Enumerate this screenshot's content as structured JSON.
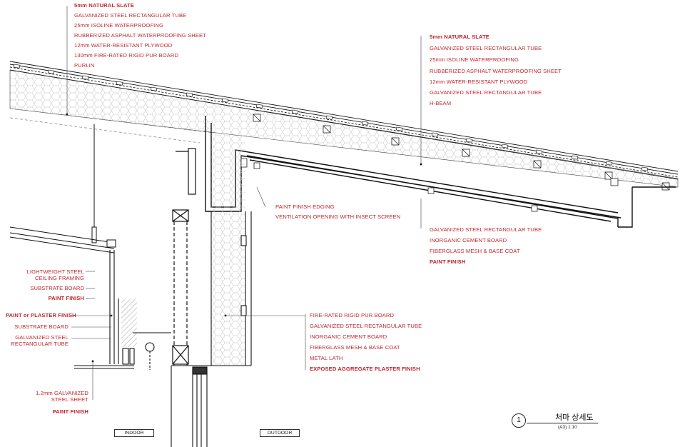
{
  "labels": {
    "roof_left": [
      "5mm NATURAL SLATE",
      "GALVANIZED STEEL RECTANGULAR TUBE",
      "25mm ISOLINE WATERPROOFING",
      "RUBBERIZED ASPHALT WATERPROOFING SHEET",
      "12mm WATER-RESISTANT PLYWOOD",
      "130mm FIRE-RATED RIGID PUR BOARD",
      "PURLIN"
    ],
    "roof_right": [
      "5mm NATURAL SLATE",
      "GALVANIZED STEEL RECTANGULAR TUBE",
      "25mm ISOLINE WATERPROOFING",
      "RUBBERIZED ASPHALT WATERPROOFING SHEET",
      "12mm WATER-RESISTANT PLYWOOD",
      "GALVANIZED STEEL RECTANGULAR TUBE",
      "H-BEAM"
    ],
    "edging": [
      "PAINT FINISH EDGING",
      "VENTILATION OPENING WITH INSECT SCREEN"
    ],
    "soffit": [
      "GALVANIZED STEEL RECTANGULAR TUBE",
      "INORGANIC CEMENT BOARD",
      "FIBERGLASS MESH & BASE COAT",
      "PAINT FINISH"
    ],
    "ceiling": [
      "LIGHTWEIGHT STEEL CEILING FRAMING",
      "SUBSTRATE BOARD",
      "PAINT FINISH"
    ],
    "interior_wall": [
      "PAINT or PLASTER FINISH",
      "SUBSTRATE BOARD",
      "GALVANIZED STEEL RECTANGULAR TUBE"
    ],
    "sheet": [
      "1.2mm GALVANIZED STEEL SHEET",
      "PAINT FINISH"
    ],
    "exterior_wall": [
      "FIRE-RATED RIGID PUR BOARD",
      "GALVANIZED STEEL RECTANGULAR TUBE",
      "INORGANIC CEMENT BOARD",
      "FIBERGLASS MESH & BASE COAT",
      "METAL LATH",
      "EXPOSED AGGREGATE PLASTER FINISH"
    ]
  },
  "zones": {
    "indoor": "INDOOR",
    "outdoor": "OUTDOOR"
  },
  "title_block": {
    "number": "1",
    "title": "처마 상세도",
    "scale": "(A3) 1:10"
  },
  "colors": {
    "annotation": "#c0262b",
    "linework": "#1a1a1a",
    "fill_hatch": "#777777"
  }
}
